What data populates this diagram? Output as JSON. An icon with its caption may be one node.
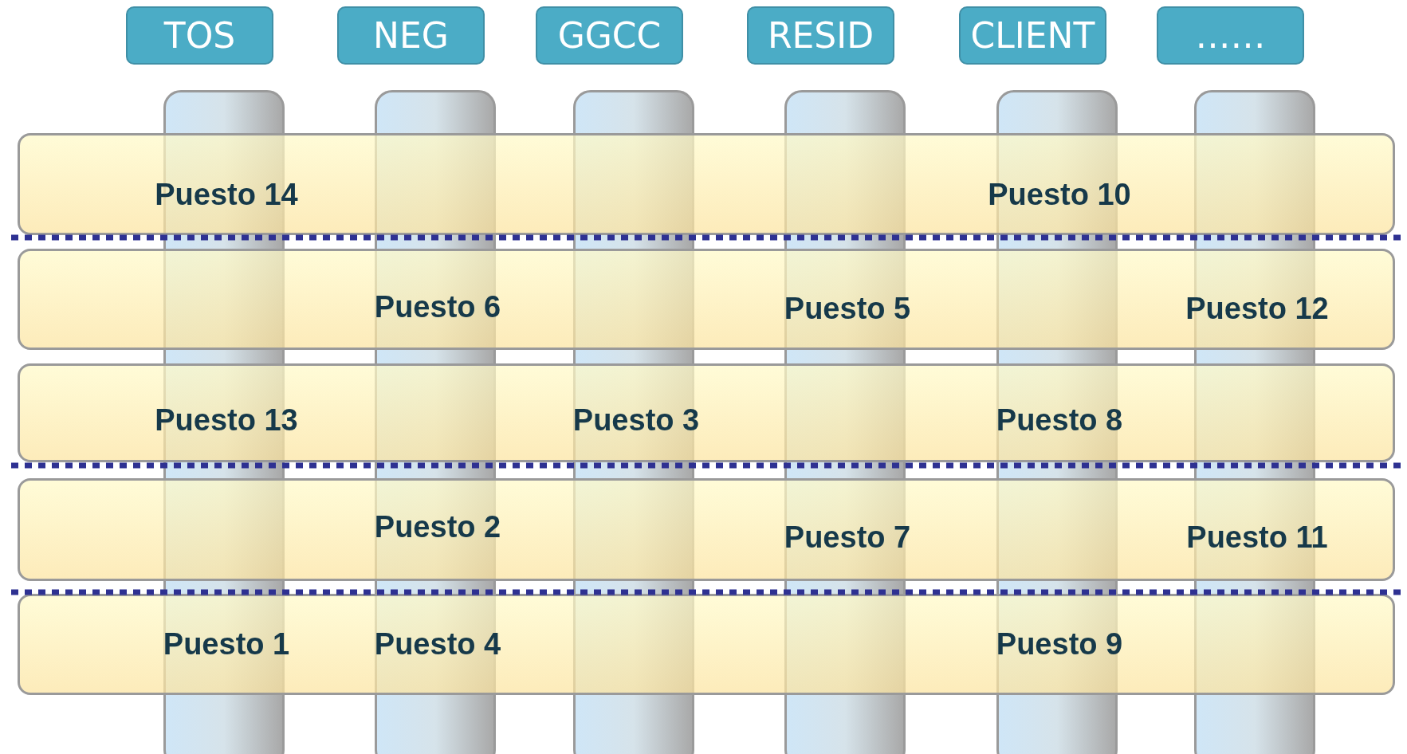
{
  "diagram": {
    "nodes": [
      {
        "text": [
          "TOS"
        ]
      },
      {
        "text": [
          "NEG"
        ]
      },
      {
        "text": [
          "GGCC"
        ]
      },
      {
        "text": [
          "RESID"
        ]
      },
      {
        "text": [
          "CLIENT"
        ]
      },
      {
        "text": [
          "……"
        ]
      },
      {
        "text": [
          "Puesto 14",
          "Puesto 10"
        ]
      },
      {
        "text": [
          "Puesto 6",
          "Puesto 5",
          "Puesto 12"
        ]
      },
      {
        "text": [
          "Puesto 13",
          "Puesto 3",
          "Puesto 8"
        ]
      },
      {
        "text": [
          "Puesto 2",
          "Puesto 7",
          "Puesto 11"
        ]
      },
      {
        "text": [
          "Puesto 1",
          "Puesto 4",
          "Puesto 9"
        ]
      }
    ],
    "edges": []
  }
}
